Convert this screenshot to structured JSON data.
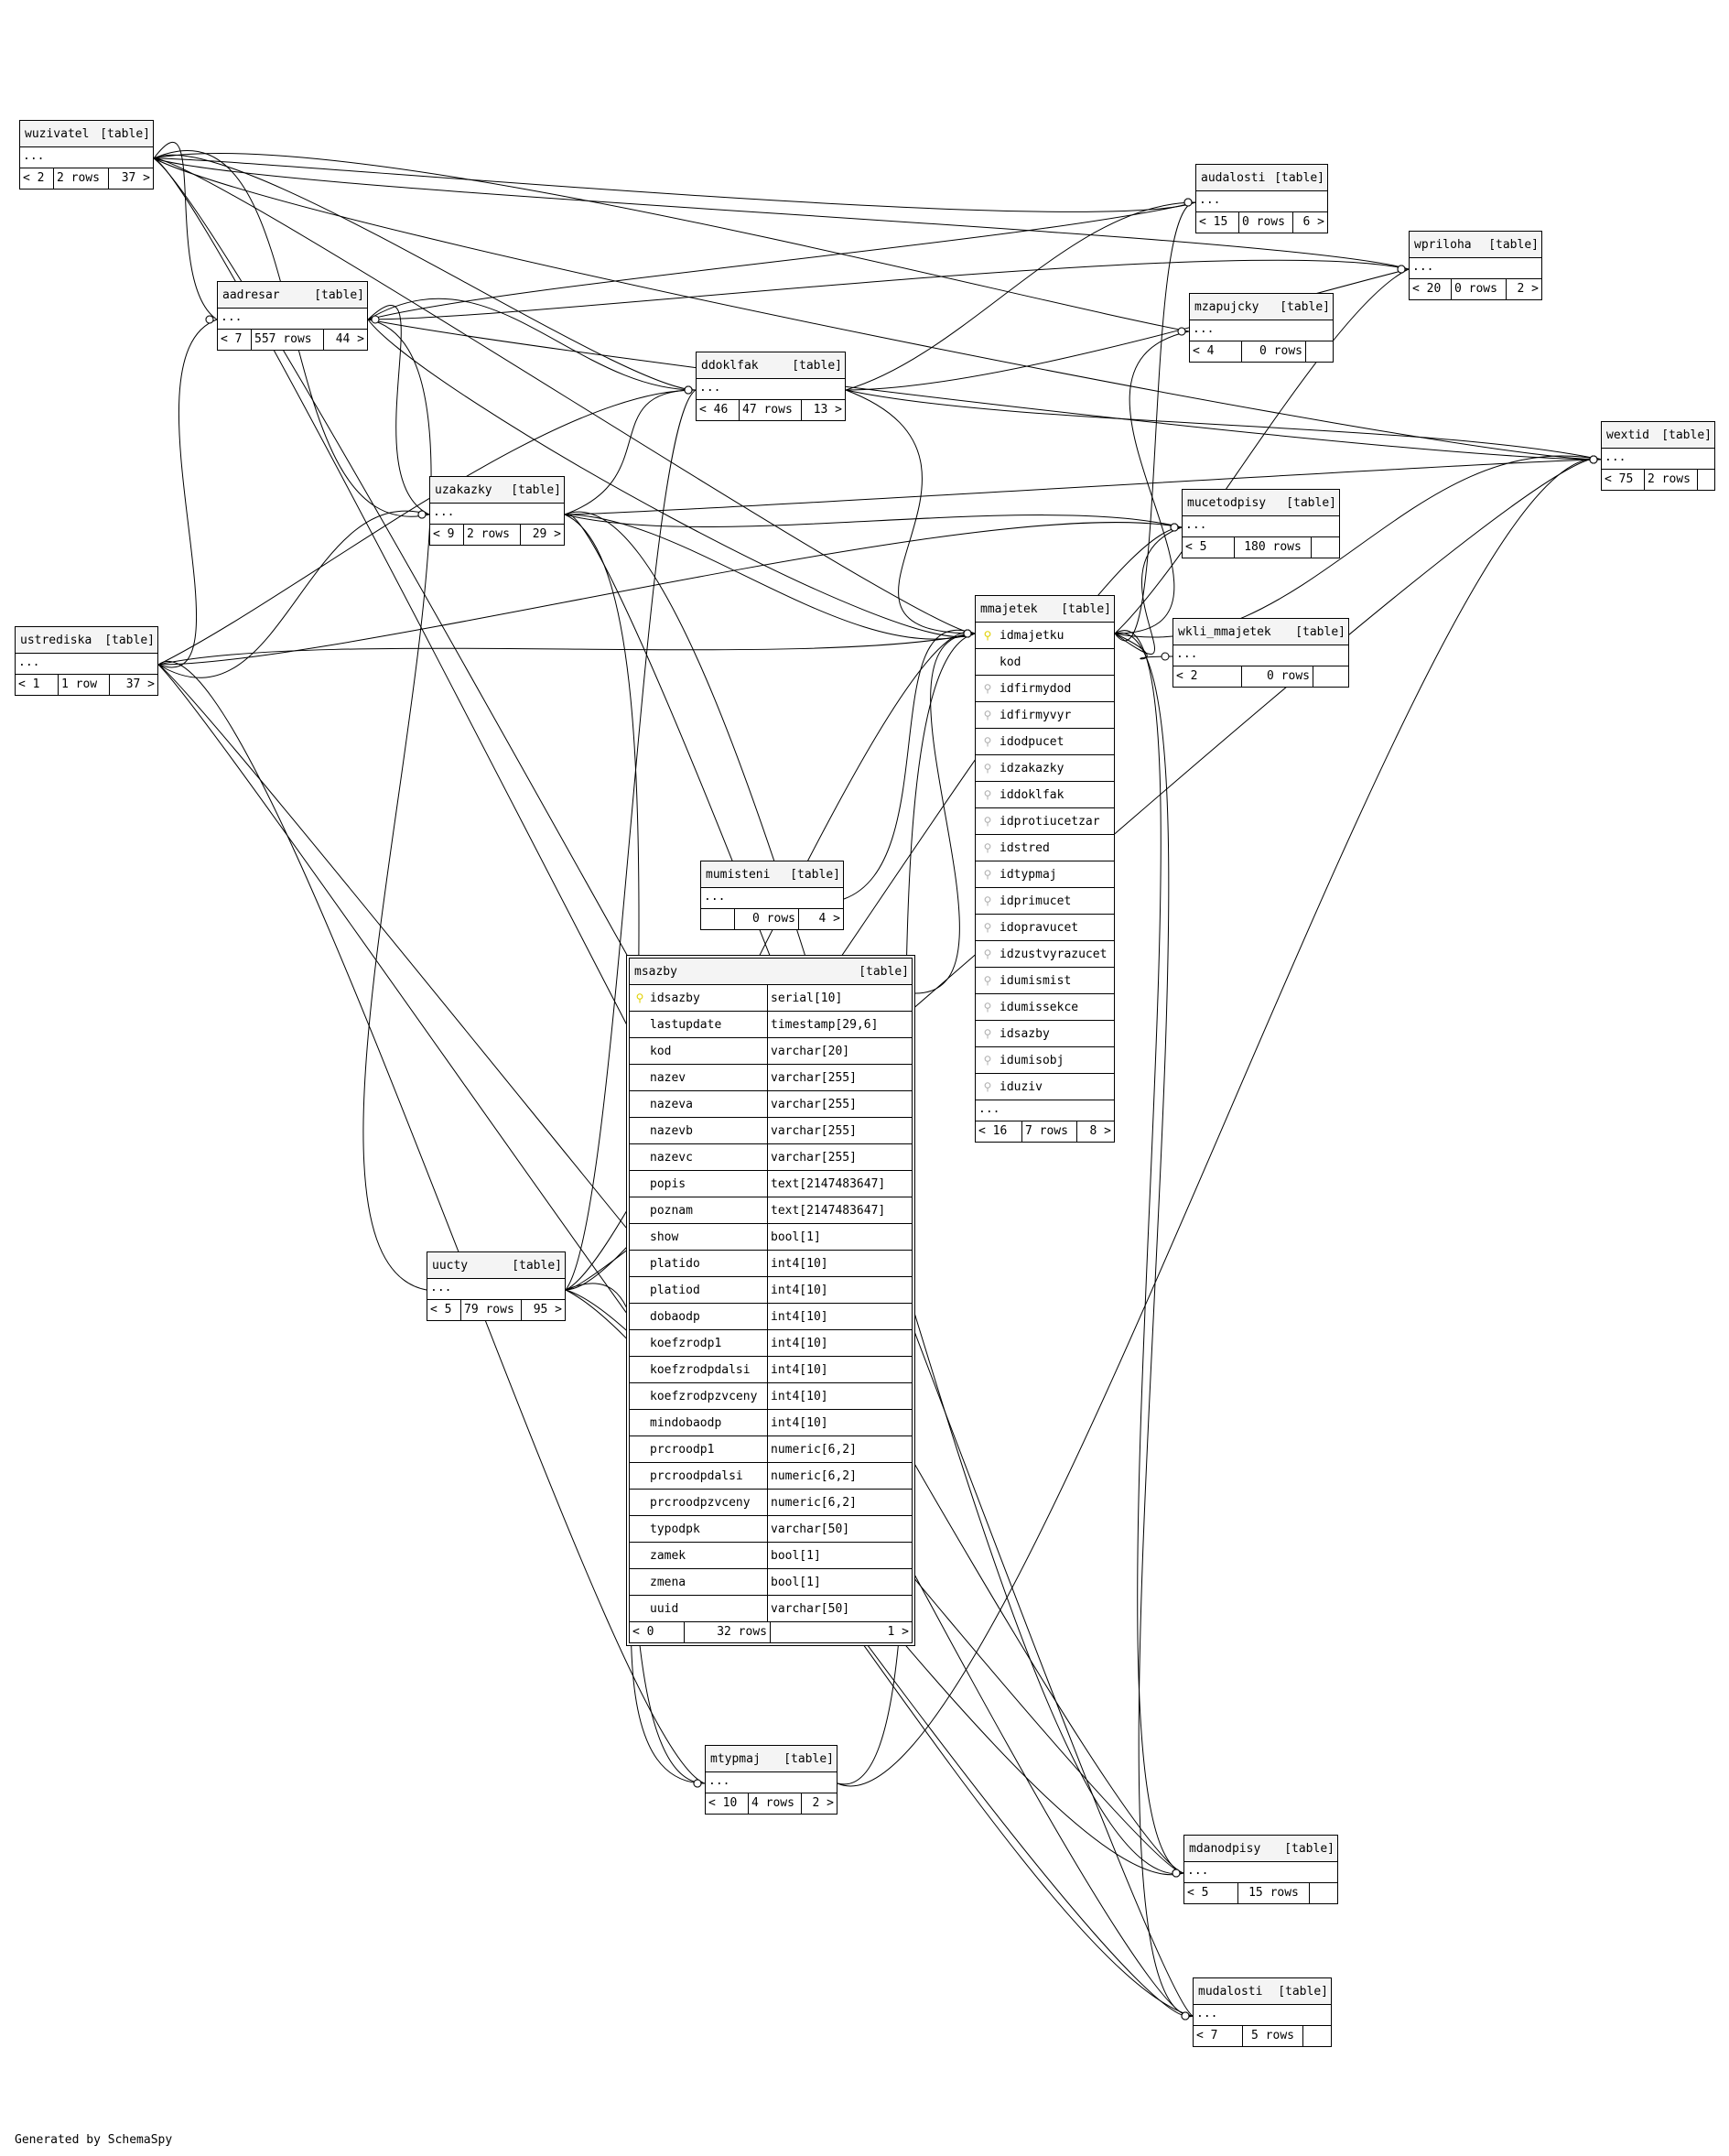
{
  "diagram": {
    "footer": "Generated by SchemaSpy",
    "table_tag": "[table]",
    "ellipsis": "...",
    "tables": {
      "wuzivatel": {
        "name": "wuzivatel",
        "parents": "< 2",
        "rows": "2 rows",
        "children": "37 >"
      },
      "aadresar": {
        "name": "aadresar",
        "parents": "< 7",
        "rows": "557 rows",
        "children": "44 >"
      },
      "uzakazky": {
        "name": "uzakazky",
        "parents": "< 9",
        "rows": "2 rows",
        "children": "29 >"
      },
      "ustrediska": {
        "name": "ustrediska",
        "parents": "< 1",
        "rows": "1 row",
        "children": "37 >"
      },
      "ddoklfak": {
        "name": "ddoklfak",
        "parents": "< 46",
        "rows": "47 rows",
        "children": "13 >"
      },
      "audalosti": {
        "name": "audalosti",
        "parents": "< 15",
        "rows": "0 rows",
        "children": "6 >"
      },
      "wpriloha": {
        "name": "wpriloha",
        "parents": "< 20",
        "rows": "0 rows",
        "children": "2 >"
      },
      "mzapujcky": {
        "name": "mzapujcky",
        "parents": "< 4",
        "rows": "0 rows",
        "children": ""
      },
      "wextid": {
        "name": "wextid",
        "parents": "< 75",
        "rows": "2 rows",
        "children": ""
      },
      "mucetodpisy": {
        "name": "mucetodpisy",
        "parents": "< 5",
        "rows": "180 rows",
        "children": ""
      },
      "wkli_mmajetek": {
        "name": "wkli_mmajetek",
        "parents": "< 2",
        "rows": "0 rows",
        "children": ""
      },
      "mumisteni": {
        "name": "mumisteni",
        "parents": "",
        "rows": "0 rows",
        "children": "4 >"
      },
      "uucty": {
        "name": "uucty",
        "parents": "< 5",
        "rows": "79 rows",
        "children": "95 >"
      },
      "mtypmaj": {
        "name": "mtypmaj",
        "parents": "< 10",
        "rows": "4 rows",
        "children": "2 >"
      },
      "mdanodpisy": {
        "name": "mdanodpisy",
        "parents": "< 5",
        "rows": "15 rows",
        "children": ""
      },
      "mudalosti": {
        "name": "mudalosti",
        "parents": "< 7",
        "rows": "5 rows",
        "children": ""
      }
    },
    "mmajetek": {
      "name": "mmajetek",
      "columns": [
        {
          "name": "idmajetku",
          "key": "pk"
        },
        {
          "name": "kod",
          "key": ""
        },
        {
          "name": "idfirmydod",
          "key": "fk"
        },
        {
          "name": "idfirmyvyr",
          "key": "fk"
        },
        {
          "name": "idodpucet",
          "key": "fk"
        },
        {
          "name": "idzakazky",
          "key": "fk"
        },
        {
          "name": "iddoklfak",
          "key": "fk"
        },
        {
          "name": "idprotiucetzar",
          "key": "fk"
        },
        {
          "name": "idstred",
          "key": "fk"
        },
        {
          "name": "idtypmaj",
          "key": "fk"
        },
        {
          "name": "idprimucet",
          "key": "fk"
        },
        {
          "name": "idopravucet",
          "key": "fk"
        },
        {
          "name": "idzustvyrazucet",
          "key": "fk"
        },
        {
          "name": "idumismist",
          "key": "fk"
        },
        {
          "name": "idumissekce",
          "key": "fk"
        },
        {
          "name": "idsazby",
          "key": "fk"
        },
        {
          "name": "idumisobj",
          "key": "fk"
        },
        {
          "name": "iduziv",
          "key": "fk"
        }
      ],
      "parents": "< 16",
      "rows": "7 rows",
      "children": "8 >"
    },
    "msazby": {
      "name": "msazby",
      "columns": [
        {
          "name": "idsazby",
          "type": "serial[10]",
          "key": "pk"
        },
        {
          "name": "lastupdate",
          "type": "timestamp[29,6]",
          "key": ""
        },
        {
          "name": "kod",
          "type": "varchar[20]",
          "key": ""
        },
        {
          "name": "nazev",
          "type": "varchar[255]",
          "key": ""
        },
        {
          "name": "nazeva",
          "type": "varchar[255]",
          "key": ""
        },
        {
          "name": "nazevb",
          "type": "varchar[255]",
          "key": ""
        },
        {
          "name": "nazevc",
          "type": "varchar[255]",
          "key": ""
        },
        {
          "name": "popis",
          "type": "text[2147483647]",
          "key": ""
        },
        {
          "name": "poznam",
          "type": "text[2147483647]",
          "key": ""
        },
        {
          "name": "show",
          "type": "bool[1]",
          "key": ""
        },
        {
          "name": "platido",
          "type": "int4[10]",
          "key": ""
        },
        {
          "name": "platiod",
          "type": "int4[10]",
          "key": ""
        },
        {
          "name": "dobaodp",
          "type": "int4[10]",
          "key": ""
        },
        {
          "name": "koefzrodp1",
          "type": "int4[10]",
          "key": ""
        },
        {
          "name": "koefzrodpdalsi",
          "type": "int4[10]",
          "key": ""
        },
        {
          "name": "koefzrodpzvceny",
          "type": "int4[10]",
          "key": ""
        },
        {
          "name": "mindobaodp",
          "type": "int4[10]",
          "key": ""
        },
        {
          "name": "prcroodp1",
          "type": "numeric[6,2]",
          "key": ""
        },
        {
          "name": "prcroodpdalsi",
          "type": "numeric[6,2]",
          "key": ""
        },
        {
          "name": "prcroodpzvceny",
          "type": "numeric[6,2]",
          "key": ""
        },
        {
          "name": "typodpk",
          "type": "varchar[50]",
          "key": ""
        },
        {
          "name": "zamek",
          "type": "bool[1]",
          "key": ""
        },
        {
          "name": "zmena",
          "type": "bool[1]",
          "key": ""
        },
        {
          "name": "uuid",
          "type": "varchar[50]",
          "key": ""
        }
      ],
      "parents": "< 0",
      "rows": "32 rows",
      "children": "1 >"
    },
    "relationships": [
      [
        "wuzivatel",
        "aadresar"
      ],
      [
        "wuzivatel",
        "ddoklfak"
      ],
      [
        "wuzivatel",
        "audalosti"
      ],
      [
        "wuzivatel",
        "wpriloha"
      ],
      [
        "wuzivatel",
        "wextid"
      ],
      [
        "wuzivatel",
        "uzakazky"
      ],
      [
        "wuzivatel",
        "mzapujcky"
      ],
      [
        "wuzivatel",
        "mmajetek"
      ],
      [
        "wuzivatel",
        "mudalosti"
      ],
      [
        "wuzivatel",
        "mdanodpisy"
      ],
      [
        "aadresar",
        "ddoklfak"
      ],
      [
        "aadresar",
        "audalosti"
      ],
      [
        "aadresar",
        "wpriloha"
      ],
      [
        "aadresar",
        "wextid"
      ],
      [
        "aadresar",
        "mmajetek"
      ],
      [
        "aadresar",
        "uzakazky"
      ],
      [
        "uzakazky",
        "ddoklfak"
      ],
      [
        "uzakazky",
        "mmajetek"
      ],
      [
        "uzakazky",
        "mucetodpisy"
      ],
      [
        "uzakazky",
        "mtypmaj"
      ],
      [
        "uzakazky",
        "mdanodpisy"
      ],
      [
        "uzakazky",
        "mudalosti"
      ],
      [
        "uzakazky",
        "wextid"
      ],
      [
        "ustrediska",
        "aadresar"
      ],
      [
        "ustrediska",
        "uzakazky"
      ],
      [
        "ustrediska",
        "ddoklfak"
      ],
      [
        "ustrediska",
        "mmajetek"
      ],
      [
        "ustrediska",
        "mucetodpisy"
      ],
      [
        "ustrediska",
        "mdanodpisy"
      ],
      [
        "ustrediska",
        "mudalosti"
      ],
      [
        "ustrediska",
        "mtypmaj"
      ],
      [
        "ddoklfak",
        "audalosti"
      ],
      [
        "ddoklfak",
        "wpriloha"
      ],
      [
        "ddoklfak",
        "wextid"
      ],
      [
        "ddoklfak",
        "mmajetek"
      ],
      [
        "uucty",
        "ddoklfak"
      ],
      [
        "uucty",
        "mmajetek"
      ],
      [
        "uucty",
        "mucetodpisy"
      ],
      [
        "uucty",
        "mdanodpisy"
      ],
      [
        "uucty",
        "mudalosti"
      ],
      [
        "uucty",
        "mtypmaj"
      ],
      [
        "uucty",
        "aadresar"
      ],
      [
        "uucty",
        "wextid"
      ],
      [
        "mmajetek",
        "wkli_mmajetek"
      ],
      [
        "mmajetek",
        "mucetodpisy"
      ],
      [
        "mmajetek",
        "mdanodpisy"
      ],
      [
        "mmajetek",
        "mudalosti"
      ],
      [
        "mmajetek",
        "mzapujcky"
      ],
      [
        "mmajetek",
        "wextid"
      ],
      [
        "mmajetek",
        "audalosti"
      ],
      [
        "mmajetek",
        "wpriloha"
      ],
      [
        "mumisteni",
        "mmajetek"
      ],
      [
        "msazby",
        "mmajetek"
      ],
      [
        "mtypmaj",
        "mmajetek"
      ],
      [
        "mtypmaj",
        "wextid"
      ]
    ]
  }
}
